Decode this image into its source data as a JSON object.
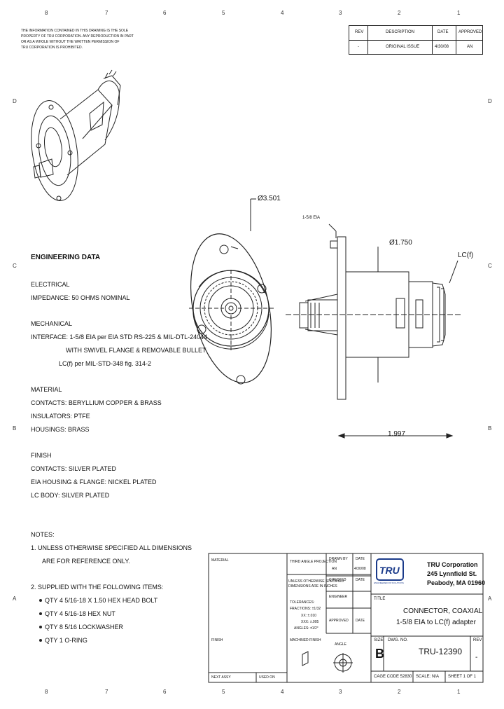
{
  "zones_top": [
    "8",
    "7",
    "6",
    "5",
    "4",
    "3",
    "2",
    "1"
  ],
  "zones_side": [
    "D",
    "C",
    "B",
    "A"
  ],
  "header_notice": [
    "THE INFORMATION CONTAINED IN THIS DRAWING IS THE SOLE",
    "PROPERTY OF TRU CORPORATION. ANY REPRODUCTION IN PART",
    "OR AS A WHOLE WITHOUT THE WRITTEN PERMISSION OF",
    "TRU CORPORATION IS PROHIBITED."
  ],
  "revision_table": {
    "headers": [
      "REV",
      "DESCRIPTION",
      "DATE",
      "APPROVED"
    ],
    "row": [
      "-",
      "ORIGINAL ISSUE",
      "4/30/08",
      "AN"
    ]
  },
  "dimensions": {
    "flange_dia": "Ø3.501",
    "interface": "1-5/8 EIA",
    "body_dia": "Ø1.750",
    "connector": "LC(f)",
    "length": "1.997"
  },
  "engineering": {
    "title": "ENGINEERING DATA",
    "electrical_title": "ELECTRICAL",
    "electrical": [
      "IMPEDANCE: 50 OHMS NOMINAL"
    ],
    "mechanical_title": "MECHANICAL",
    "mechanical": [
      "INTERFACE: 1-5/8 EIA per EIA STD RS-225 & MIL-DTL-24044",
      "WITH SWIVEL FLANGE & REMOVABLE BULLET",
      "LC(f) per MIL-STD-348 fig. 314-2"
    ],
    "material_title": "MATERIAL",
    "material": [
      "CONTACTS: BERYLLIUM COPPER & BRASS",
      "INSULATORS: PTFE",
      "HOUSINGS: BRASS"
    ],
    "finish_title": "FINISH",
    "finish": [
      "CONTACTS: SILVER PLATED",
      "EIA HOUSING & FLANGE: NICKEL PLATED",
      "LC BODY: SILVER PLATED"
    ]
  },
  "notes": {
    "title": "NOTES:",
    "n1a": "1.  UNLESS OTHERWISE SPECIFIED ALL DIMENSIONS",
    "n1b": "ARE FOR REFERENCE ONLY.",
    "n2": "2.  SUPPLIED WITH THE FOLLOWING ITEMS:",
    "items": [
      "QTY 4  5/16-18 X 1.50 HEX HEAD BOLT",
      "QTY 4  5/16-18 HEX NUT",
      "QTY 8  5/16 LOCKWASHER",
      "QTY 1  O-RING"
    ]
  },
  "title_block": {
    "material_label": "MATERIAL",
    "finish_label": "FINISH",
    "dim_note": [
      "UNLESS OTHERWISE SPECIFIED",
      "DIMENSIONS ARE IN INCHES"
    ],
    "tolerances": [
      "TOLERANCES:",
      "FRACTIONS: ±1/32",
      "XX: ±.010",
      "XXX: ±.005",
      "ANGLES: ±1/2°",
      "MACHINED FINISH"
    ],
    "drawn_by": "DRAWN BY",
    "drawn_val": "AN",
    "checked": "CHECKED",
    "eng": "ENGINEER",
    "approved": "APPROVED",
    "dates": [
      "DATE",
      "4/30/08",
      "DATE",
      "DATE"
    ],
    "projection": "THIRD ANGLE PROJECTION",
    "tol_label": "ANGLE",
    "next_assy": "NEXT ASSY",
    "used_on": "USED ON",
    "company": [
      "TRU Corporation",
      "245 Lynnfield St.",
      "Peabody, MA 01960"
    ],
    "logo": "TRU",
    "logo_sub": "ENGINEERED RF SOLUTIONS",
    "title_label": "TITLE",
    "title_line1": "CONNECTOR, COAXIAL",
    "title_line2": "1-5/8 EIA to LC(f) adapter",
    "size_label": "SIZE",
    "size": "B",
    "dwg_label": "DWG. NO.",
    "dwg_no": "TRU-12390",
    "rev_label": "REV",
    "rev": "-",
    "cage": "CAGE CODE 52830",
    "scale": "SCALE: N/A",
    "sheet": "SHEET 1 OF 1"
  }
}
